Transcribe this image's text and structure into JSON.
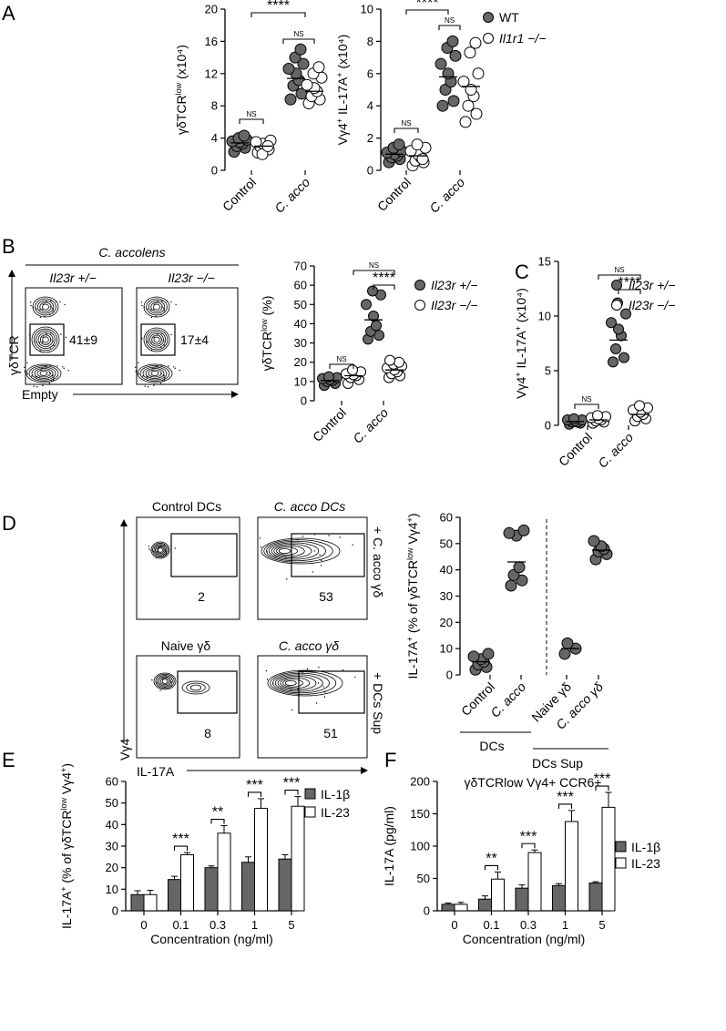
{
  "panels": {
    "A": "A",
    "B": "B",
    "C": "C",
    "D": "D",
    "E": "E",
    "F": "F"
  },
  "labels": {
    "control": "Control",
    "cacco": "C. acco",
    "ns": "NS",
    "s4": "****",
    "s3": "***",
    "s2": "**",
    "wt": "WT",
    "il1r1": "Il1r1 −/−",
    "il23het": "Il23r +/−",
    "il23ko": "Il23r −/−",
    "accolens": "C. accolens",
    "gdtcr": "γδTCR",
    "empty": "Empty",
    "b_gate1": "41±9",
    "b_gate2": "17±4",
    "d_control_dcs": "Control DCs",
    "d_cacco_dcs": "C. acco DCs",
    "d_naive": "Naive γδ",
    "d_cacco_gd": "C. acco γδ",
    "d_plus_top": "+ C. acco γδ",
    "d_plus_bot": "+ DCs Sup",
    "d_g1": "2",
    "d_g2": "53",
    "d_g3": "8",
    "d_g4": "51",
    "vg4": "Vγ4",
    "il17a": "IL-17A",
    "dcs": "DCs",
    "dcs_sup": "DCs Sup",
    "naive_gd": "Naive γδ",
    "cacco_gd": "C. acco γδ",
    "il1b": "IL-1β",
    "il23": "IL-23",
    "conc": "Concentration (ng/ml)",
    "f_title": "γδTCRlow Vγ4+ CCR6+"
  },
  "chart_data": [
    {
      "panel": "A-left",
      "type": "scatter",
      "ylabel": "γδTCRlow (x10⁴)",
      "ylim": [
        0,
        20
      ],
      "yticks": [
        0,
        4,
        8,
        12,
        16,
        20
      ],
      "groups": [
        {
          "x": "Control",
          "series": "WT",
          "values": [
            2.3,
            2.8,
            3.0,
            3.3,
            3.5,
            3.6,
            3.8,
            4.0,
            4.3
          ],
          "mean": 3.4
        },
        {
          "x": "Control",
          "series": "Il1r1 −/−",
          "values": [
            2.2,
            2.6,
            2.9,
            3.1,
            3.3,
            3.5,
            3.7,
            2.0,
            3.0
          ],
          "mean": 3.0
        },
        {
          "x": "C. acco",
          "series": "WT",
          "values": [
            8.8,
            9.5,
            10.5,
            11.2,
            12.0,
            12.6,
            13.2,
            14.0,
            15.0
          ],
          "mean": 11.4
        },
        {
          "x": "C. acco",
          "series": "Il1r1 −/−",
          "values": [
            8.3,
            8.8,
            9.2,
            9.8,
            10.2,
            10.6,
            11.5,
            12.0,
            12.8
          ],
          "mean": 9.8
        }
      ]
    },
    {
      "panel": "A-right",
      "type": "scatter",
      "ylabel": "Vγ4+ IL-17A+ (x10⁴)",
      "ylim": [
        0,
        10
      ],
      "yticks": [
        0,
        2,
        4,
        6,
        8,
        10
      ],
      "groups": [
        {
          "x": "Control",
          "series": "WT",
          "values": [
            0.5,
            0.7,
            0.8,
            0.9,
            1.0,
            1.1,
            1.2,
            1.4,
            1.6
          ],
          "mean": 1.0
        },
        {
          "x": "Control",
          "series": "Il1r1 −/−",
          "values": [
            0.3,
            0.5,
            0.6,
            0.8,
            1.0,
            1.2,
            1.4,
            1.6,
            0.7
          ],
          "mean": 0.9
        },
        {
          "x": "C. acco",
          "series": "WT",
          "values": [
            4.0,
            4.3,
            5.0,
            5.5,
            6.0,
            6.6,
            7.1,
            7.6,
            8.0
          ],
          "mean": 5.8
        },
        {
          "x": "C. acco",
          "series": "Il1r1 −/−",
          "values": [
            3.0,
            3.5,
            4.0,
            4.6,
            5.0,
            5.5,
            6.0,
            7.3,
            7.9
          ],
          "mean": 5.2
        }
      ]
    },
    {
      "panel": "B-right",
      "type": "scatter",
      "ylabel": "γδTCRlow (%)",
      "ylim": [
        0,
        70
      ],
      "yticks": [
        0,
        10,
        20,
        30,
        40,
        50,
        60,
        70
      ],
      "groups": [
        {
          "x": "Control",
          "series": "Il23r +/−",
          "values": [
            8,
            9,
            10,
            10.5,
            11,
            11.5,
            12,
            12.5
          ],
          "mean": 10.5
        },
        {
          "x": "Control",
          "series": "Il23r −/−",
          "values": [
            9,
            11,
            12,
            13,
            13.5,
            14,
            15,
            16
          ],
          "mean": 13
        },
        {
          "x": "C. acco",
          "series": "Il23r +/−",
          "values": [
            32,
            34,
            36,
            39,
            44,
            50,
            55,
            57
          ],
          "mean": 42
        },
        {
          "x": "C. acco",
          "series": "Il23r −/−",
          "values": [
            12,
            13,
            14,
            15,
            16,
            17,
            18,
            19,
            20,
            21
          ],
          "mean": 16
        }
      ]
    },
    {
      "panel": "C",
      "type": "scatter",
      "ylabel": "Vγ4+ IL-17A+ (x10⁴)",
      "ylim": [
        0,
        15
      ],
      "yticks": [
        0,
        5,
        10,
        15
      ],
      "groups": [
        {
          "x": "Control",
          "series": "Il23r +/−",
          "values": [
            0.1,
            0.2,
            0.3,
            0.3,
            0.4,
            0.5,
            0.5,
            0.6
          ],
          "mean": 0.35
        },
        {
          "x": "Control",
          "series": "Il23r −/−",
          "values": [
            0.2,
            0.3,
            0.4,
            0.5,
            0.6,
            0.7,
            0.8,
            0.9
          ],
          "mean": 0.5
        },
        {
          "x": "C. acco",
          "series": "Il23r +/−",
          "values": [
            5.8,
            6.2,
            7.0,
            8.2,
            8.8,
            9.4,
            10.2,
            11.2
          ],
          "mean": 7.8
        },
        {
          "x": "C. acco",
          "series": "Il23r −/−",
          "values": [
            0.4,
            0.6,
            0.8,
            1.0,
            1.2,
            1.4,
            1.6,
            1.8
          ],
          "mean": 1.0
        }
      ]
    },
    {
      "panel": "D-right",
      "type": "scatter",
      "ylabel": "IL-17A+ (% of γδTCRlow Vγ4+)",
      "ylim": [
        0,
        60
      ],
      "yticks": [
        0,
        10,
        20,
        30,
        40,
        50,
        60
      ],
      "groups": [
        {
          "x": "Control",
          "values": [
            2,
            3,
            4,
            5,
            6,
            7,
            8
          ],
          "mean": 5
        },
        {
          "x": "C. acco",
          "values": [
            34,
            36,
            38,
            41,
            53,
            54,
            55
          ],
          "mean": 43
        },
        {
          "x": "Naive γδ",
          "values": [
            8,
            10,
            12
          ],
          "mean": 10
        },
        {
          "x": "C. acco γδ",
          "values": [
            44,
            46,
            47,
            48,
            49,
            51
          ],
          "mean": 47.5
        }
      ]
    },
    {
      "panel": "E",
      "type": "bar",
      "ylabel": "IL-17A+ (% of γδTCRlow Vγ4+)",
      "xlabel": "Concentration (ng/ml)",
      "categories": [
        "0",
        "0.1",
        "0.3",
        "1",
        "5"
      ],
      "ylim": [
        0,
        60
      ],
      "yticks": [
        0,
        10,
        20,
        30,
        40,
        50,
        60
      ],
      "series": [
        {
          "name": "IL-1β",
          "color": "#666666",
          "values": [
            7.5,
            14.5,
            20,
            22.5,
            24
          ],
          "errors": [
            1.8,
            1.5,
            0.8,
            2.5,
            2
          ]
        },
        {
          "name": "IL-23",
          "color": "#ffffff",
          "values": [
            7.5,
            26,
            36,
            47.5,
            48.5
          ],
          "errors": [
            2,
            1,
            3.5,
            4.5,
            4.5
          ]
        }
      ],
      "sig": [
        "",
        "***",
        "**",
        "***",
        "***"
      ]
    },
    {
      "panel": "F",
      "type": "bar",
      "ylabel": "IL-17A (pg/ml)",
      "xlabel": "Concentration (ng/ml)",
      "categories": [
        "0",
        "0.1",
        "0.3",
        "1",
        "5"
      ],
      "ylim": [
        0,
        200
      ],
      "yticks": [
        0,
        50,
        100,
        150,
        200
      ],
      "series": [
        {
          "name": "IL-1β",
          "color": "#666666",
          "values": [
            10,
            18,
            35,
            39,
            43
          ],
          "errors": [
            2,
            5,
            5,
            3,
            2
          ]
        },
        {
          "name": "IL-23",
          "color": "#ffffff",
          "values": [
            10,
            49,
            90,
            138,
            160
          ],
          "errors": [
            3,
            11,
            4,
            17,
            23
          ]
        }
      ],
      "sig": [
        "",
        "**",
        "***",
        "***",
        "***"
      ]
    }
  ]
}
